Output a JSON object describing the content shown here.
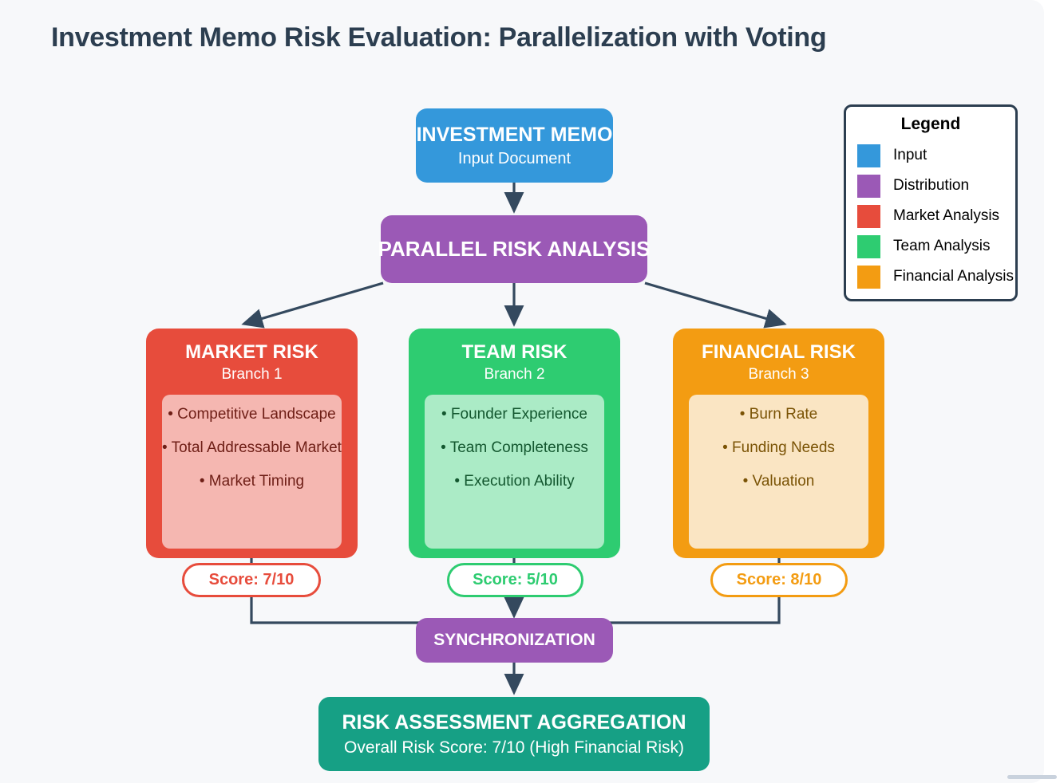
{
  "title": "Investment Memo Risk Evaluation: Parallelization with Voting",
  "colors": {
    "background": "#f7f8fa",
    "title": "#2c3e50",
    "input": "#3498db",
    "distribution": "#9b59b6",
    "market": "#e74c3c",
    "team": "#2ecc71",
    "financial": "#f39c12",
    "aggregation": "#16a085",
    "edge": "#34495e"
  },
  "nodes": {
    "input": {
      "title": "INVESTMENT MEMO",
      "subtitle": "Input Document"
    },
    "distribution": {
      "title": "PARALLEL RISK ANALYSIS"
    },
    "synchronization": {
      "title": "SYNCHRONIZATION"
    },
    "aggregation": {
      "title": "RISK ASSESSMENT AGGREGATION",
      "subtitle": "Overall Risk Score: 7/10 (High Financial Risk)"
    }
  },
  "branches": [
    {
      "title": "MARKET RISK",
      "subtitle": "Branch 1",
      "items": [
        "• Competitive Landscape",
        "• Total Addressable Market",
        "• Market Timing"
      ],
      "score": "Score: 7/10"
    },
    {
      "title": "TEAM RISK",
      "subtitle": "Branch 2",
      "items": [
        "• Founder Experience",
        "• Team Completeness",
        "• Execution Ability"
      ],
      "score": "Score: 5/10"
    },
    {
      "title": "FINANCIAL RISK",
      "subtitle": "Branch 3",
      "items": [
        "• Burn Rate",
        "• Funding Needs",
        "• Valuation"
      ],
      "score": "Score: 8/10"
    }
  ],
  "legend": {
    "title": "Legend",
    "items": [
      {
        "label": "Input",
        "color": "#3498db"
      },
      {
        "label": "Distribution",
        "color": "#9b59b6"
      },
      {
        "label": "Market Analysis",
        "color": "#e74c3c"
      },
      {
        "label": "Team Analysis",
        "color": "#2ecc71"
      },
      {
        "label": "Financial Analysis",
        "color": "#f39c12"
      }
    ]
  }
}
